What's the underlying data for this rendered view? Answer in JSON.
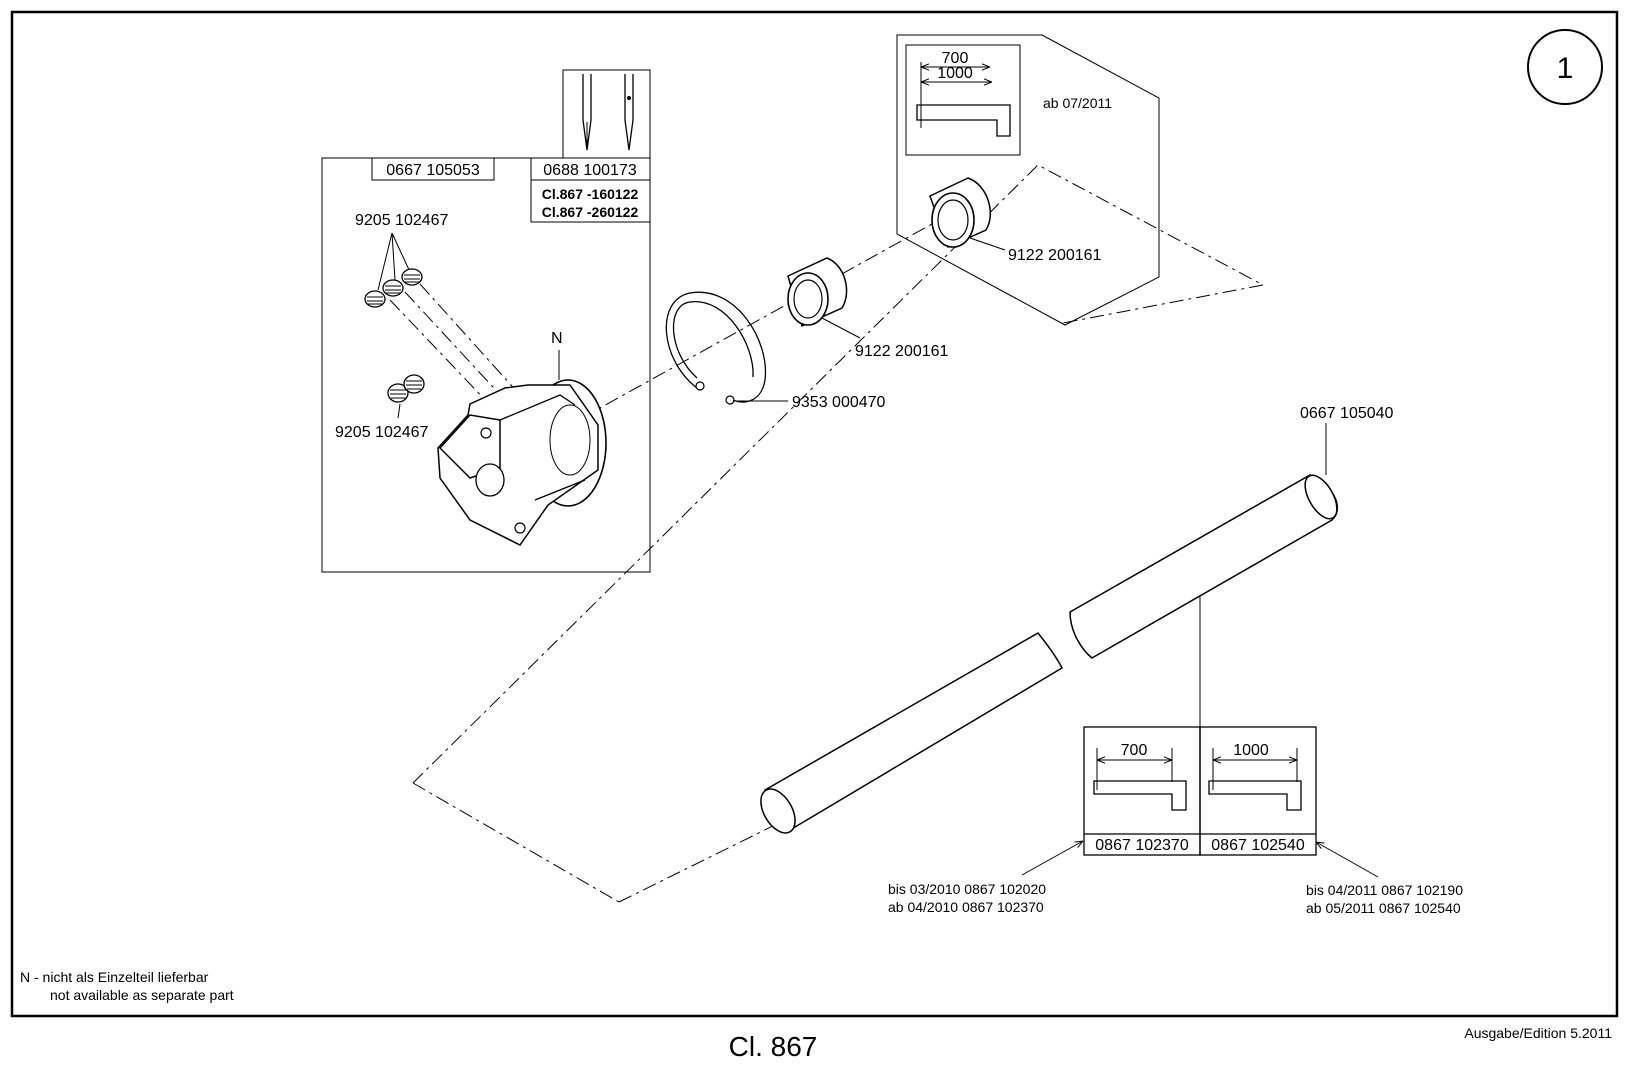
{
  "sheet": {
    "number": "1",
    "title": "Cl. 867",
    "edition": "Ausgabe/Edition  5.2011"
  },
  "legend": {
    "line1": "N - nicht als Einzelteil lieferbar",
    "line2": "not available as separate part"
  },
  "hook_group": {
    "part_no": "0667 105053",
    "needle_part_no": "0688 100173",
    "class_1": "Cl.867 -160122",
    "class_2": "Cl.867 -260122",
    "screws_top": "9205 102467",
    "screws_bottom": "9205 102467",
    "marker": "N"
  },
  "retaining_ring": "9353 000470",
  "bushing_front": "9122 200161",
  "inset_top": {
    "dim_700": "700",
    "dim_1000": "1000",
    "note": "ab   07/2011",
    "bushing": "9122 200161"
  },
  "shaft": {
    "part_no": "0667 105040",
    "variant_700": {
      "dim": "700",
      "part_no": "0867 102370"
    },
    "variant_1000": {
      "dim": "1000",
      "part_no": "0867 102540"
    }
  },
  "history_left": {
    "line1": "bis  03/2010  0867 102020",
    "line2": "ab   04/2010  0867 102370"
  },
  "history_right": {
    "line1": "bis  04/2011  0867 102190",
    "line2": "ab   05/2011  0867 102540"
  }
}
